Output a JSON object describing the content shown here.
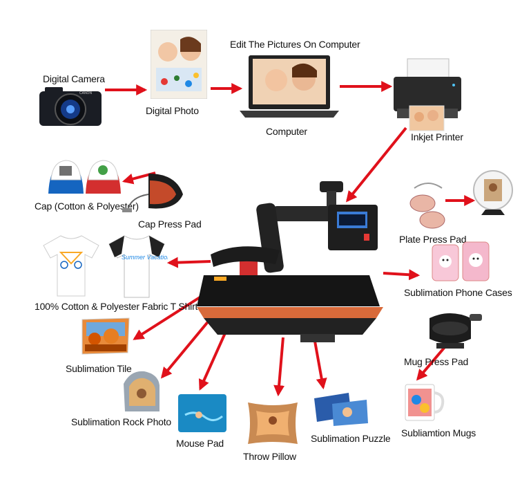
{
  "nodes": {
    "camera": "Digital Camera",
    "camera_brand": "CANON",
    "photo": "Digital Photo",
    "edit": "Edit The Pictures On Computer",
    "computer": "Computer",
    "printer": "Inkjet Printer",
    "cap": "Cap (Cotton & Polyester)",
    "cap_pad": "Cap Press Pad",
    "plate_pad": "Plate Press Pad",
    "tshirt": "100% Cotton & Polyester Fabric T Shirt",
    "tshirt_print": "Summer Vacation",
    "phone": "Sublimation Phone Cases",
    "tile": "Sublimation Tile",
    "mug_pad": "Mug Press Pad",
    "rock": "Sublimation Rock Photo",
    "mouse": "Mouse Pad",
    "pillow": "Throw Pillow",
    "puzzle": "Sublimation Puzzle",
    "mugs": "Subliamtion Mugs"
  },
  "colors": {
    "arrow": "#e0111b",
    "machine": "#1c1c1c",
    "platen": "#d86a3a"
  }
}
